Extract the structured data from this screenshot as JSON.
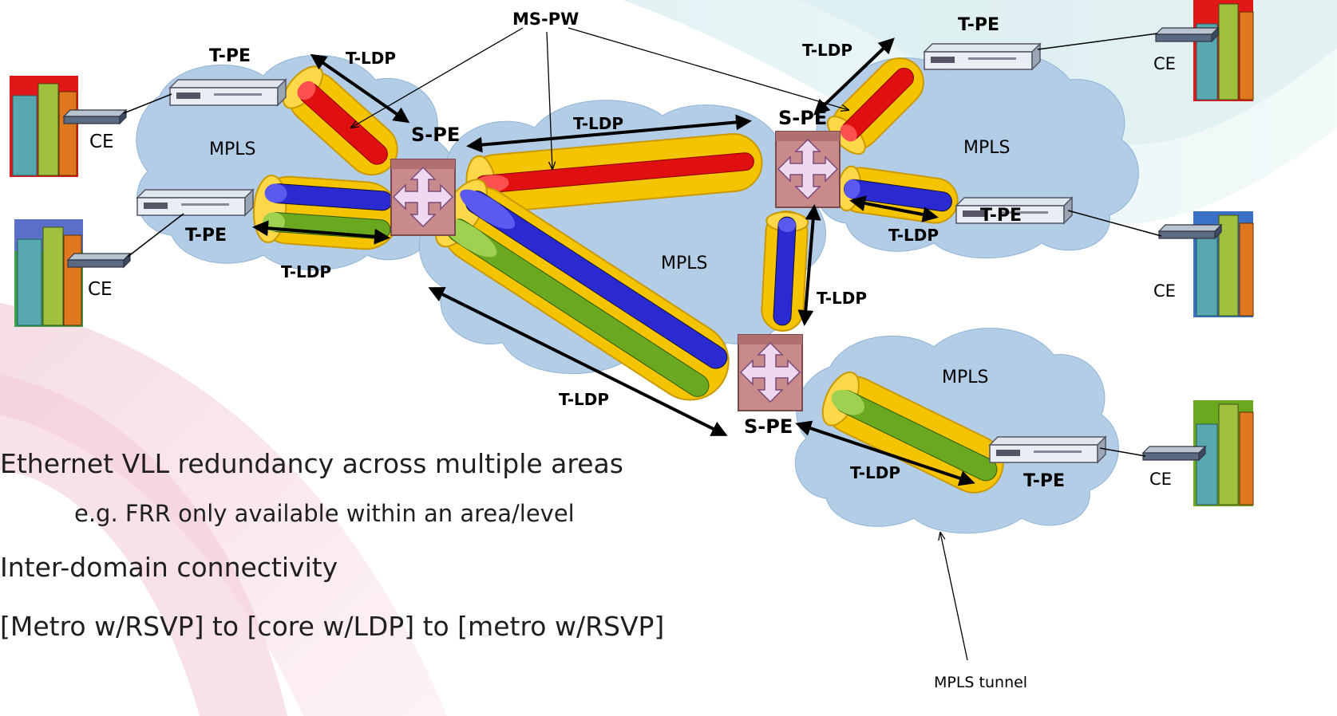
{
  "labels": {
    "ms_pw": "MS-PW",
    "t_pe": "T-PE",
    "s_pe": "S-PE",
    "t_ldp": "T-LDP",
    "mpls": "MPLS",
    "ce": "CE",
    "mpls_tunnel": "MPLS tunnel"
  },
  "bullets": [
    "Ethernet VLL redundancy across multiple areas",
    "e.g. FRR only available within an area/level",
    "Inter-domain connectivity",
    "[Metro w/RSVP] to [core w/LDP] to [metro w/RSVP]"
  ],
  "colors": {
    "cloud": "#b3cde6",
    "cloud_edge": "#8fb3d6",
    "tunnel": "#f5c400",
    "pw_red": "#e01010",
    "pw_blue": "#2a2ad0",
    "pw_green": "#6aa820",
    "router_pink": "#c88a8a",
    "arrow": "#000000"
  },
  "icons": [
    "building-icon",
    "ce-modem-icon",
    "t-pe-router-icon",
    "s-pe-switch-icon",
    "double-arrow-icon"
  ]
}
